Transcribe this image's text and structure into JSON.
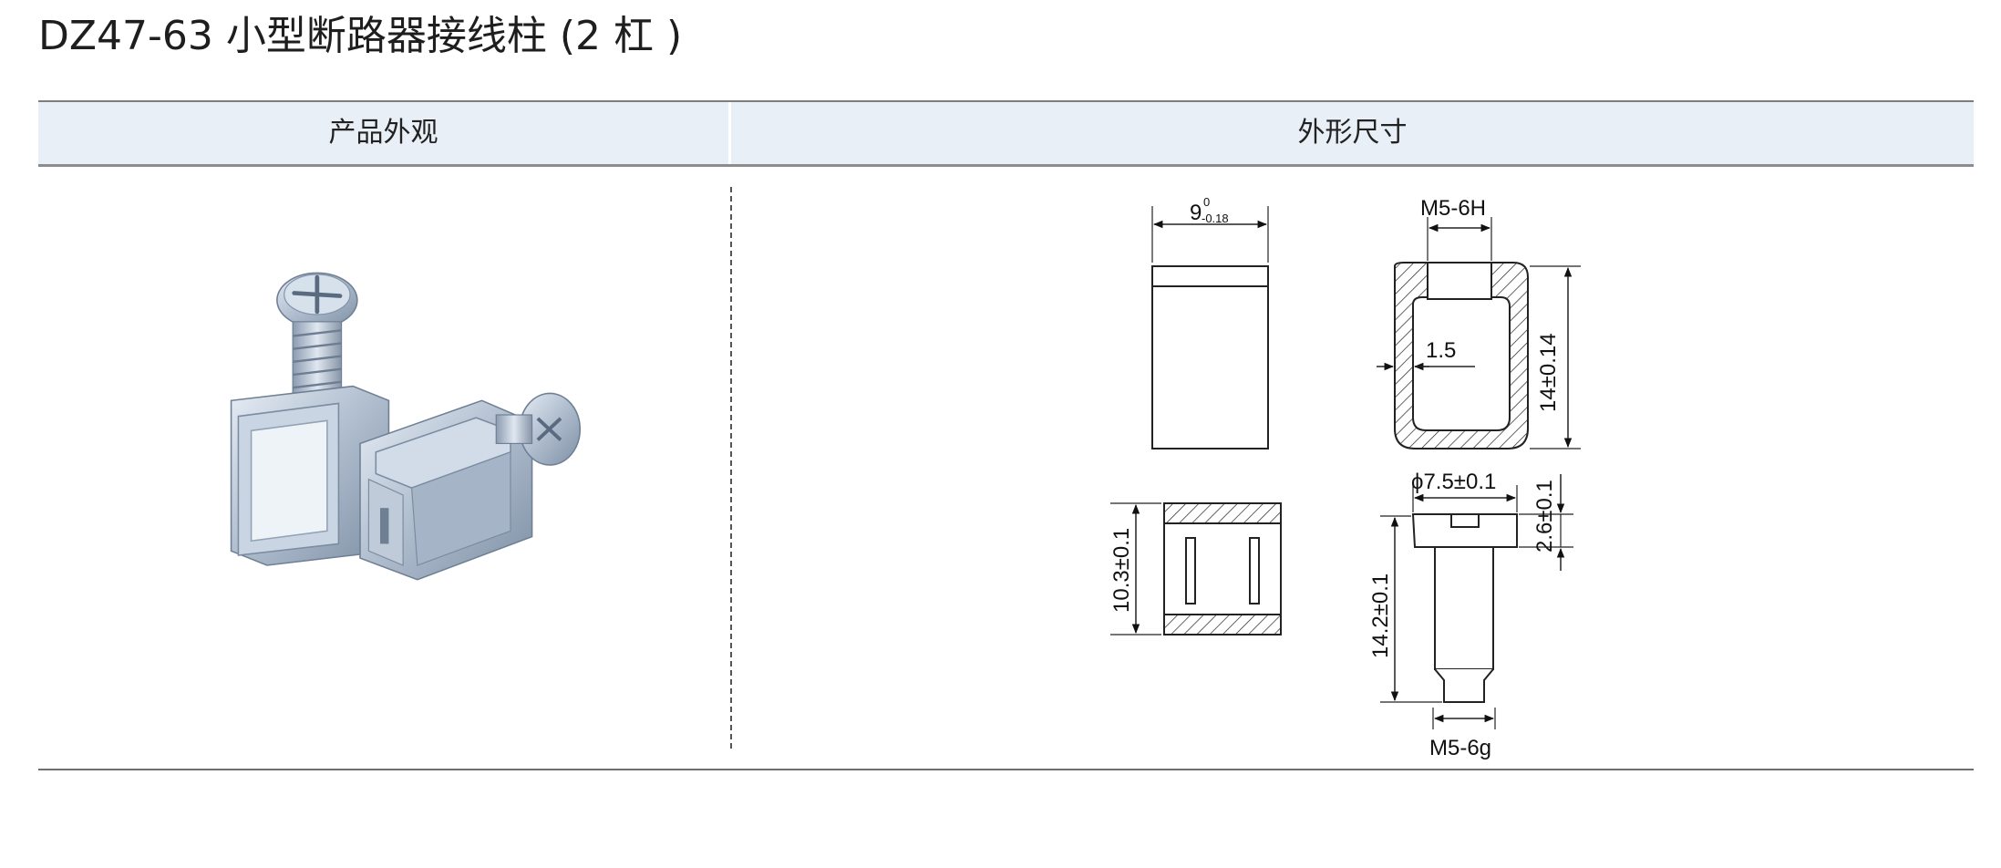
{
  "page": {
    "title": "DZ47-63 小型断路器接线柱 (2 杠 )"
  },
  "table": {
    "headers": {
      "appearance": "产品外观",
      "dimensions": "外形尺寸"
    }
  },
  "dimensions": {
    "width_main": "9",
    "width_tol_upper": "0",
    "width_tol_lower": "-0.18",
    "thread_internal": "M5-6H",
    "wall": "1.5",
    "height": "14±0.14",
    "side_height": "10.3±0.1",
    "head_diameter": "ϕ7.5±0.1",
    "head_height": "2.6±0.1",
    "screw_length": "14.2±0.1",
    "thread_external": "M5-6g"
  },
  "colors": {
    "header_bg": "#e8eff6",
    "rule": "#7d7d7d",
    "metal": "#b9c7d6"
  }
}
